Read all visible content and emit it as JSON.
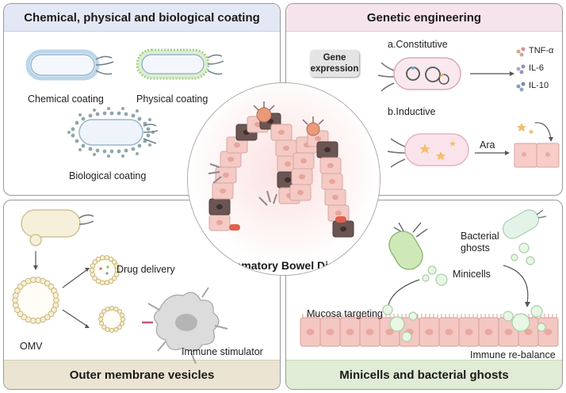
{
  "panels": {
    "coating": {
      "title": "Chemical, physical and biological coating",
      "labels": {
        "chemical": "Chemical coating",
        "physical": "Physical coating",
        "biological": "Biological coating"
      }
    },
    "genetic": {
      "title": "Genetic engineering",
      "gene_box": "Gene expression",
      "constitutive": "a.Constitutive",
      "inductive": "b.Inductive",
      "cytokines": [
        "TNF-α",
        "IL-6",
        "IL-10"
      ],
      "inducer": "Ara"
    },
    "omv": {
      "title": "Outer membrane vesicles",
      "omv_label": "OMV",
      "drug_delivery": "Drug delivery",
      "immune_stimulator": "Immune stimulator"
    },
    "minicells": {
      "title": "Minicells and bacterial ghosts",
      "bacterial_ghosts": "Bacterial ghosts",
      "minicells_label": "Minicells",
      "mucosa_targeting": "Mucosa targeting",
      "immune_rebalance": "Immune re-balance"
    }
  },
  "center": {
    "title": "Inflammatory Bowel Disease"
  },
  "colors": {
    "coating_header": "#e3e8f4",
    "genetic_header": "#f6e4ec",
    "omv_header": "#ebe4d2",
    "minicells_header": "#e0ecd5",
    "cell_pink": "#f2c7c3",
    "bacterium_blue": "#d6e6f6",
    "bacterium_green": "#d8ecc6"
  }
}
